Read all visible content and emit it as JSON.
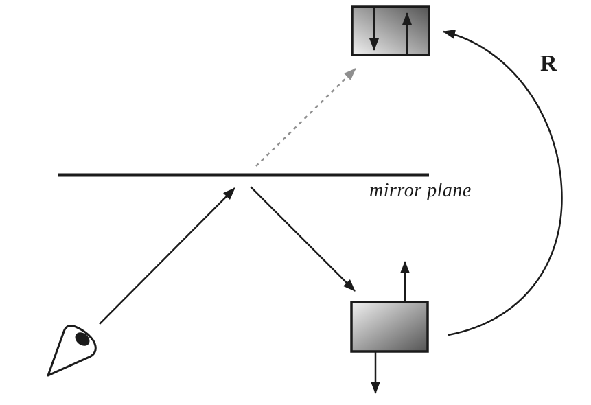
{
  "scene": {
    "background_color": "#ffffff",
    "ink_color": "#1b1b1b",
    "virtual_ray_color": "#8f8f8f",
    "box_light_color": "#f1f1f1",
    "box_dark_color": "#545454",
    "labels": {
      "mirror_plane": "mirror plane",
      "rotation_operator": "R"
    },
    "elements": [
      "eye-icon",
      "incident-ray-arrow",
      "reflected-ray-arrow",
      "virtual-ray-arrow",
      "mirror-plane-line",
      "object-box",
      "object-spin-up-arrow",
      "object-spin-down-arrow",
      "mirror-image-box",
      "image-spin-down-arrow",
      "image-spin-up-arrow",
      "rotation-arrow"
    ]
  }
}
